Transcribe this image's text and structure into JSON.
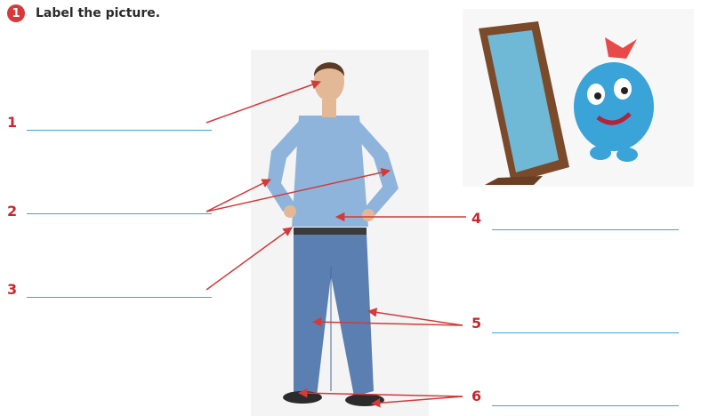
{
  "exercise": {
    "number": "1",
    "instruction": "Label the picture."
  },
  "labels": [
    "1",
    "2",
    "3",
    "4",
    "5",
    "6"
  ]
}
